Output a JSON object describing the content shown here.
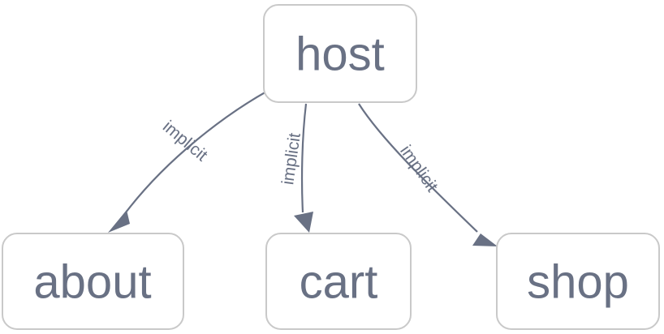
{
  "diagram": {
    "type": "directed-graph",
    "background_color": "#ffffff",
    "node_border_color": "#c9c9c9",
    "node_fill_color": "#ffffff",
    "text_color": "#697184",
    "edge_color": "#697184",
    "nodes": [
      {
        "id": "host",
        "label": "host"
      },
      {
        "id": "about",
        "label": "about"
      },
      {
        "id": "cart",
        "label": "cart"
      },
      {
        "id": "shop",
        "label": "shop"
      }
    ],
    "edges": [
      {
        "id": "host-about",
        "source": "host",
        "target": "about",
        "label": "implicit"
      },
      {
        "id": "host-cart",
        "source": "host",
        "target": "cart",
        "label": "implicit"
      },
      {
        "id": "host-shop",
        "source": "host",
        "target": "shop",
        "label": "implicit"
      }
    ]
  }
}
